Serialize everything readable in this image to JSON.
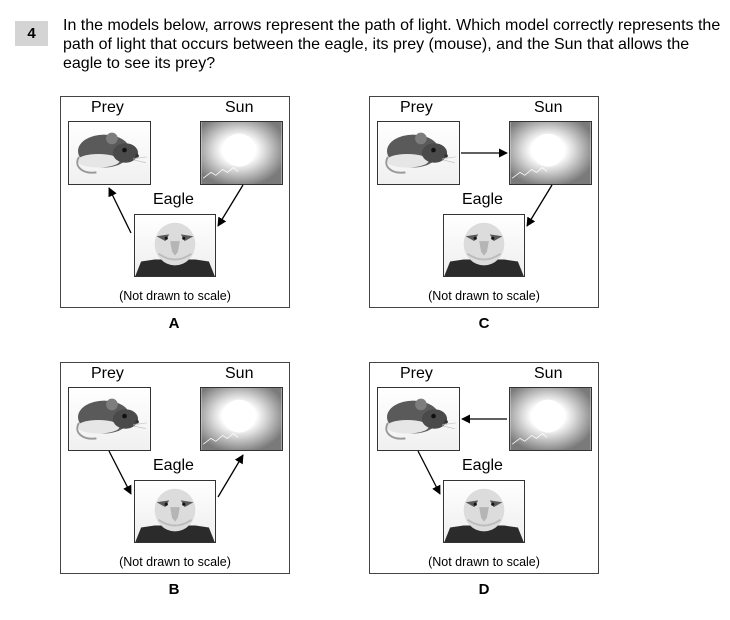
{
  "question": {
    "number": "4",
    "text": "In the models below, arrows represent the path of light. Which model correctly represents the path of light that occurs between the eagle, its prey (mouse), and the Sun that allows the eagle to see its prey?"
  },
  "labels": {
    "prey": "Prey",
    "sun": "Sun",
    "eagle": "Eagle",
    "scale_note": "(Not drawn to scale)"
  },
  "models": [
    {
      "letter": "A",
      "arrows": [
        "eagle-to-prey",
        "sun-to-eagle"
      ]
    },
    {
      "letter": "C",
      "arrows": [
        "prey-to-sun",
        "sun-to-eagle"
      ]
    },
    {
      "letter": "B",
      "arrows": [
        "prey-to-eagle",
        "eagle-to-sun"
      ]
    },
    {
      "letter": "D",
      "arrows": [
        "sun-to-prey",
        "prey-to-eagle"
      ]
    }
  ],
  "icons": {
    "prey": "mouse-photo-icon",
    "sun": "sun-photo-icon",
    "eagle": "eagle-photo-icon"
  }
}
